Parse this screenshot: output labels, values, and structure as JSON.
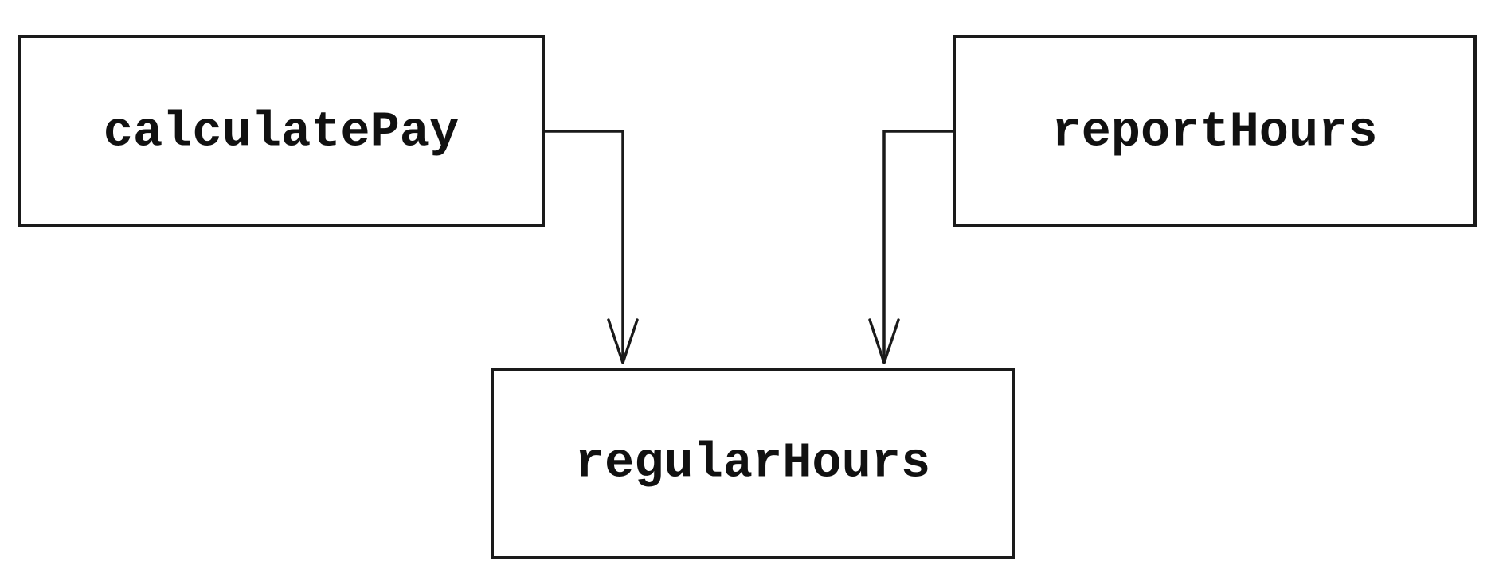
{
  "diagram": {
    "nodes": {
      "calculate_pay": {
        "label": "calculatePay"
      },
      "report_hours": {
        "label": "reportHours"
      },
      "regular_hours": {
        "label": "regularHours"
      }
    },
    "edges": [
      {
        "from": "calculatePay",
        "to": "regularHours"
      },
      {
        "from": "reportHours",
        "to": "regularHours"
      }
    ],
    "colors": {
      "stroke": "#1a1a1a",
      "text": "#111111",
      "background": "#ffffff"
    }
  }
}
